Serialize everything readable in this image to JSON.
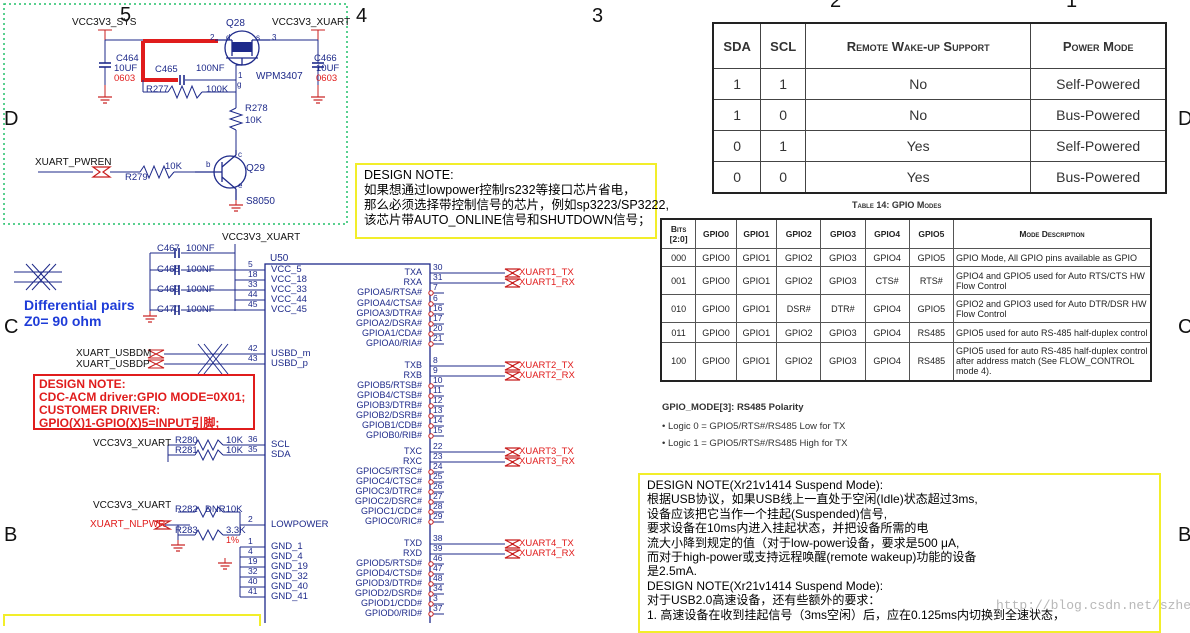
{
  "grid": {
    "cols": [
      "5",
      "4",
      "3",
      "2",
      "1"
    ],
    "rows": [
      "D",
      "C",
      "B"
    ],
    "rows_right": [
      "D",
      "C",
      "B"
    ]
  },
  "power": {
    "vcc_sys": "VCC3V3_SYS",
    "vcc_xuart_top": "VCC3V3_XUART",
    "vcc_xuart_mid": "VCC3V3_XUART",
    "vcc_xuart_i2c": "VCC3V3_XUART",
    "vcc_xuart_lp": "VCC3V3_XUART"
  },
  "parts": {
    "q28": "Q28",
    "q28_model": "WPM3407",
    "q29": "Q29",
    "q29_model": "S8050",
    "c464": "C464",
    "c464_val": "10UF",
    "c464_pkg": "0603",
    "c465": "C465",
    "c465_val": "100NF",
    "c466": "C466",
    "c466_val": "10UF",
    "c466_pkg": "0603",
    "r277": "R277",
    "r277_val": "100K",
    "r278": "R278",
    "r278_val": "10K",
    "r279": "R279",
    "r279_val": "10K",
    "c467": "C467",
    "c468": "C468",
    "c469": "C469",
    "c470": "C470",
    "c_decoup_val": "100NF",
    "r280": "R280",
    "r281": "R281",
    "r_i2c_val": "10K",
    "r282": "R282",
    "r282_val": "DNR10K",
    "r283": "R283",
    "r283_val": "3.3K",
    "r283_tol": "1%",
    "u50": "U50",
    "pin_labels": {
      "g": "g",
      "s": "s",
      "d": "d",
      "b": "b",
      "c": "c",
      "e": "e",
      "n1": "1",
      "n2": "2",
      "n3": "3"
    }
  },
  "nets": {
    "pwren": "XUART_PWREN",
    "usbdm": "XUART_USBDM",
    "usbdp": "XUART_USBDP",
    "nlpwr": "XUART_NLPWR"
  },
  "diff_pairs": {
    "line1": "Differential pairs",
    "line2": "Z0= 90 ohm"
  },
  "u50_left_pins": [
    {
      "num": "5",
      "name": "VCC_5"
    },
    {
      "num": "18",
      "name": "VCC_18"
    },
    {
      "num": "33",
      "name": "VCC_33"
    },
    {
      "num": "44",
      "name": "VCC_44"
    },
    {
      "num": "45",
      "name": "VCC_45"
    },
    {
      "num": "42",
      "name": "USBD_m"
    },
    {
      "num": "43",
      "name": "USBD_p"
    },
    {
      "num": "36",
      "name": "SCL"
    },
    {
      "num": "35",
      "name": "SDA"
    },
    {
      "num": "2",
      "name": "LOWPOWER"
    },
    {
      "num": "1",
      "name": "GND_1"
    },
    {
      "num": "4",
      "name": "GND_4"
    },
    {
      "num": "19",
      "name": "GND_19"
    },
    {
      "num": "32",
      "name": "GND_32"
    },
    {
      "num": "40",
      "name": "GND_40"
    },
    {
      "num": "41",
      "name": "GND_41"
    }
  ],
  "u50_right_pins": [
    {
      "num": "30",
      "name": "TXA",
      "net": "XUART1_TX"
    },
    {
      "num": "31",
      "name": "RXA",
      "net": "XUART1_RX"
    },
    {
      "num": "7",
      "name": "GPIOA5/RTSA#"
    },
    {
      "num": "6",
      "name": "GPIOA4/CTSA#"
    },
    {
      "num": "16",
      "name": "GPIOA3/DTRA#"
    },
    {
      "num": "17",
      "name": "GPIOA2/DSRA#"
    },
    {
      "num": "20",
      "name": "GPIOA1/CDA#"
    },
    {
      "num": "21",
      "name": "GPIOA0/RIA#"
    },
    {
      "num": "8",
      "name": "TXB",
      "net": "XUART2_TX"
    },
    {
      "num": "9",
      "name": "RXB",
      "net": "XUART2_RX"
    },
    {
      "num": "10",
      "name": "GPIOB5/RTSB#"
    },
    {
      "num": "11",
      "name": "GPIOB4/CTSB#"
    },
    {
      "num": "12",
      "name": "GPIOB3/DTRB#"
    },
    {
      "num": "13",
      "name": "GPIOB2/DSRB#"
    },
    {
      "num": "14",
      "name": "GPIOB1/CDB#"
    },
    {
      "num": "15",
      "name": "GPIOB0/RIB#"
    },
    {
      "num": "22",
      "name": "TXC",
      "net": "XUART3_TX"
    },
    {
      "num": "23",
      "name": "RXC",
      "net": "XUART3_RX"
    },
    {
      "num": "24",
      "name": "GPIOC5/RTSC#"
    },
    {
      "num": "25",
      "name": "GPIOC4/CTSC#"
    },
    {
      "num": "26",
      "name": "GPIOC3/DTRC#"
    },
    {
      "num": "27",
      "name": "GPIOC2/DSRC#"
    },
    {
      "num": "28",
      "name": "GPIOC1/CDC#"
    },
    {
      "num": "29",
      "name": "GPIOC0/RIC#"
    },
    {
      "num": "38",
      "name": "TXD",
      "net": "XUART4_TX"
    },
    {
      "num": "39",
      "name": "RXD",
      "net": "XUART4_RX"
    },
    {
      "num": "46",
      "name": "GPIOD5/RTSD#"
    },
    {
      "num": "47",
      "name": "GPIOD4/CTSD#"
    },
    {
      "num": "48",
      "name": "GPIOD3/DTRD#"
    },
    {
      "num": "34",
      "name": "GPIOD2/DSRD#"
    },
    {
      "num": "3",
      "name": "GPIOD1/CDD#"
    },
    {
      "num": "37",
      "name": "GPIOD0/RID#"
    }
  ],
  "design_note_1": "DESIGN NOTE:\n如果想通过lowpower控制rs232等接口芯片省电，\n那么必须选择带控制信号的芯片，例如sp3223/SP3222,\n该芯片带AUTO_ONLINE信号和SHUTDOWN信号；",
  "design_note_red": "DESIGN NOTE:\nCDC-ACM driver:GPIO MODE=0X01;\nCUSTOMER DRIVER:\nGPIO(X)1-GPIO(X)5=INPUT引脚;",
  "design_note_suspend": "DESIGN NOTE(Xr21v1414 Suspend Mode):\n根据USB协议，如果USB线上一直处于空闲(Idle)状态超过3ms,\n设备应该把它当作一个挂起(Suspended)信号,\n要求设备在10ms内进入挂起状态，并把设备所需的电\n流大小降到规定的值（对于low-power设备，要求是500 μA,\n而对于high-power或支持远程唤醒(remote wakeup)功能的设备\n是2.5mA.\nDESIGN NOTE(Xr21v1414 Suspend Mode):\n对于USB2.0高速设备，还有些额外的要求：\n1. 高速设备在收到挂起信号（3ms空闲）后，应在0.125ms内切换到全速状态，",
  "support_table": {
    "headers": [
      "SDA",
      "SCL",
      "Remote Wake-up Support",
      "Power Mode"
    ],
    "rows": [
      [
        "1",
        "1",
        "No",
        "Self-Powered"
      ],
      [
        "1",
        "0",
        "No",
        "Bus-Powered"
      ],
      [
        "0",
        "1",
        "Yes",
        "Self-Powered"
      ],
      [
        "0",
        "0",
        "Yes",
        "Bus-Powered"
      ]
    ]
  },
  "gpio_table": {
    "caption": "Table 14: GPIO Modes",
    "headers": [
      "Bits [2:0]",
      "GPIO0",
      "GPIO1",
      "GPIO2",
      "GPIO3",
      "GPIO4",
      "GPIO5",
      "Mode Description"
    ],
    "rows": [
      [
        "000",
        "GPIO0",
        "GPIO1",
        "GPIO2",
        "GPIO3",
        "GPIO4",
        "GPIO5",
        "GPIO Mode, All GPIO pins available as GPIO"
      ],
      [
        "001",
        "GPIO0",
        "GPIO1",
        "GPIO2",
        "GPIO3",
        "CTS#",
        "RTS#",
        "GPIO4 and GPIO5 used for Auto RTS/CTS HW Flow Control"
      ],
      [
        "010",
        "GPIO0",
        "GPIO1",
        "DSR#",
        "DTR#",
        "GPIO4",
        "GPIO5",
        "GPIO2 and GPIO3 used for Auto DTR/DSR HW Flow Control"
      ],
      [
        "011",
        "GPIO0",
        "GPIO1",
        "GPIO2",
        "GPIO3",
        "GPIO4",
        "RS485",
        "GPIO5 used for auto RS-485 half-duplex control"
      ],
      [
        "100",
        "GPIO0",
        "GPIO1",
        "GPIO2",
        "GPIO3",
        "GPIO4",
        "RS485",
        "GPIO5 used for auto RS-485 half-duplex control after address match (See FLOW_CONTROL mode 4)."
      ]
    ]
  },
  "gpio_mode3": {
    "title": "GPIO_MODE[3]: RS485 Polarity",
    "items": [
      "Logic 0 = GPIO5/RTS#/RS485 Low for TX",
      "Logic 1 = GPIO5/RTS#/RS485 High for TX"
    ]
  },
  "watermark": "http://blog.csdn.net/szhebin"
}
